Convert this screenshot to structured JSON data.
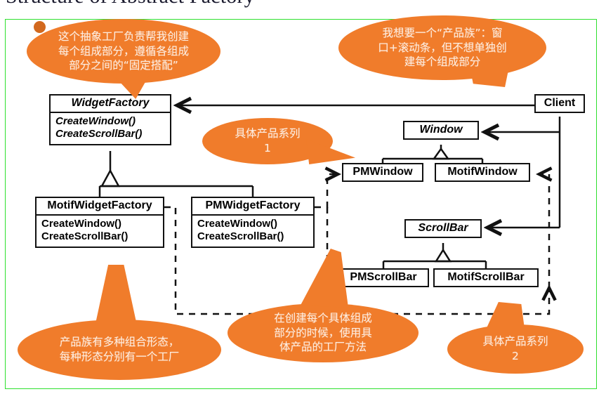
{
  "slide": {
    "title": "Structure of Abstract Factory"
  },
  "colors": {
    "callout_fill": "#F07C2B",
    "callout_text": "#FDECDF",
    "box_border": "#111111",
    "selection_frame": "#2EE02E",
    "handle_dot": "#D2691E"
  },
  "classes": {
    "widget_factory": {
      "name": "WidgetFactory",
      "abstract": true,
      "operations": [
        "CreateWindow()",
        "CreateScrollBar()"
      ]
    },
    "motif_widget_factory": {
      "name": "MotifWidgetFactory",
      "abstract": false,
      "operations": [
        "CreateWindow()",
        "CreateScrollBar()"
      ]
    },
    "pm_widget_factory": {
      "name": "PMWidgetFactory",
      "abstract": false,
      "operations": [
        "CreateWindow()",
        "CreateScrollBar()"
      ]
    },
    "client": {
      "name": "Client",
      "abstract": false,
      "operations": []
    },
    "window": {
      "name": "Window",
      "abstract": true,
      "operations": []
    },
    "pm_window": {
      "name": "PMWindow",
      "abstract": false,
      "operations": []
    },
    "motif_window": {
      "name": "MotifWindow",
      "abstract": false,
      "operations": []
    },
    "scroll_bar": {
      "name": "ScrollBar",
      "abstract": true,
      "operations": []
    },
    "pm_scroll_bar": {
      "name": "PMScrollBar",
      "abstract": false,
      "operations": []
    },
    "motif_scroll_bar": {
      "name": "MotifScrollBar",
      "abstract": false,
      "operations": []
    }
  },
  "callouts": {
    "abstract_factory": "这个抽象工厂负责帮我创建\n每个组成部分，遵循各组成\n部分之间的“固定搭配”",
    "product_family": "我想要一个“产品族”：窗\n口+滚动条，但不想单独创\n建每个组成部分",
    "series_1": "具体产品系列\n1",
    "factory_per_form": "产品族有多种组合形态，\n每种形态分别有一个工厂",
    "factory_method": "在创建每个具体组成\n部分的时候，使用具\n体产品的工厂方法",
    "series_2": "具体产品系列\n2"
  }
}
